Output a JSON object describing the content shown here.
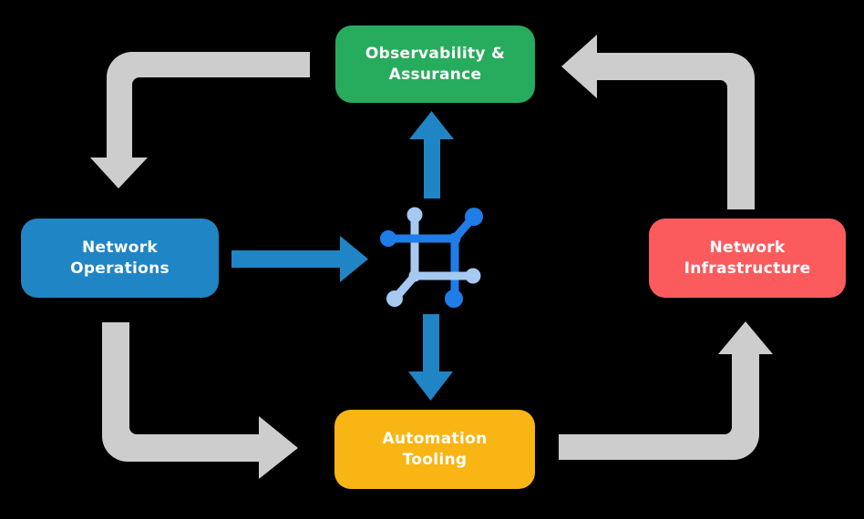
{
  "colors": {
    "background": "#000000",
    "text": "#ffffff",
    "arrow_gray": "#cdcdcd",
    "arrow_blue": "#2085c4",
    "icon_dark": "#1f7de8",
    "icon_light": "#a6c9f2"
  },
  "diagram": {
    "nodes": [
      {
        "id": "observability-assurance",
        "label": "Observability & Assurance",
        "lines": [
          "Observability &",
          "Assurance"
        ],
        "color": "#27ab5d"
      },
      {
        "id": "network-operations",
        "label": "Network Operations",
        "lines": [
          "Network",
          "Operations"
        ],
        "color": "#2085c4"
      },
      {
        "id": "network-infrastructure",
        "label": "Network Infrastructure",
        "lines": [
          "Network",
          "Infrastructure"
        ],
        "color": "#fc5b5e"
      },
      {
        "id": "automation-tooling",
        "label": "Automation Tooling",
        "lines": [
          "Automation",
          "Tooling"
        ],
        "color": "#f9b513"
      }
    ],
    "center_icon": "network-automation-icon",
    "arrows": {
      "gray_cycle": [
        {
          "from": "observability-assurance",
          "to": "network-operations"
        },
        {
          "from": "network-operations",
          "to": "automation-tooling"
        },
        {
          "from": "automation-tooling",
          "to": "network-infrastructure"
        },
        {
          "from": "network-infrastructure",
          "to": "observability-assurance"
        }
      ],
      "blue": [
        {
          "from": "network-operations",
          "to": "center-icon"
        },
        {
          "from": "center-icon",
          "to": "observability-assurance"
        },
        {
          "from": "center-icon",
          "to": "automation-tooling"
        }
      ]
    }
  }
}
